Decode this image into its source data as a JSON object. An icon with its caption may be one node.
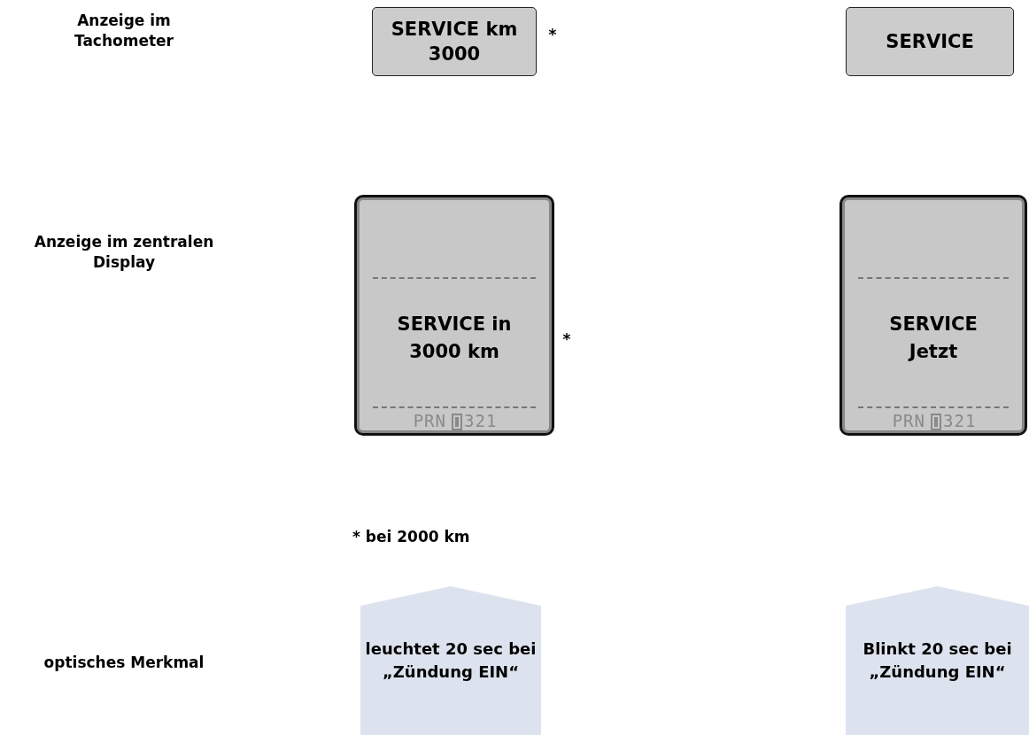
{
  "diagram": {
    "nodes": [
      {
        "text": [
          "SERVICE km 3000"
        ]
      },
      {
        "text": [
          "SERVICE"
        ]
      },
      {
        "text": [
          "SERVICE in 3000 km",
          "PRN",
          "321"
        ]
      },
      {
        "text": [
          "SERVICE Jetzt",
          "PRN",
          "321"
        ]
      },
      {
        "text": [
          "leuchtet 20 sec bei „Zündung EIN“"
        ]
      },
      {
        "text": [
          "Blinkt 20 sec bei „Zündung EIN“"
        ]
      }
    ],
    "labels": [
      "Anzeige im Tachometer",
      "*",
      "Anzeige im zentralen Display",
      "*",
      "* bei 2000 km",
      "optisches Merkmal"
    ]
  }
}
